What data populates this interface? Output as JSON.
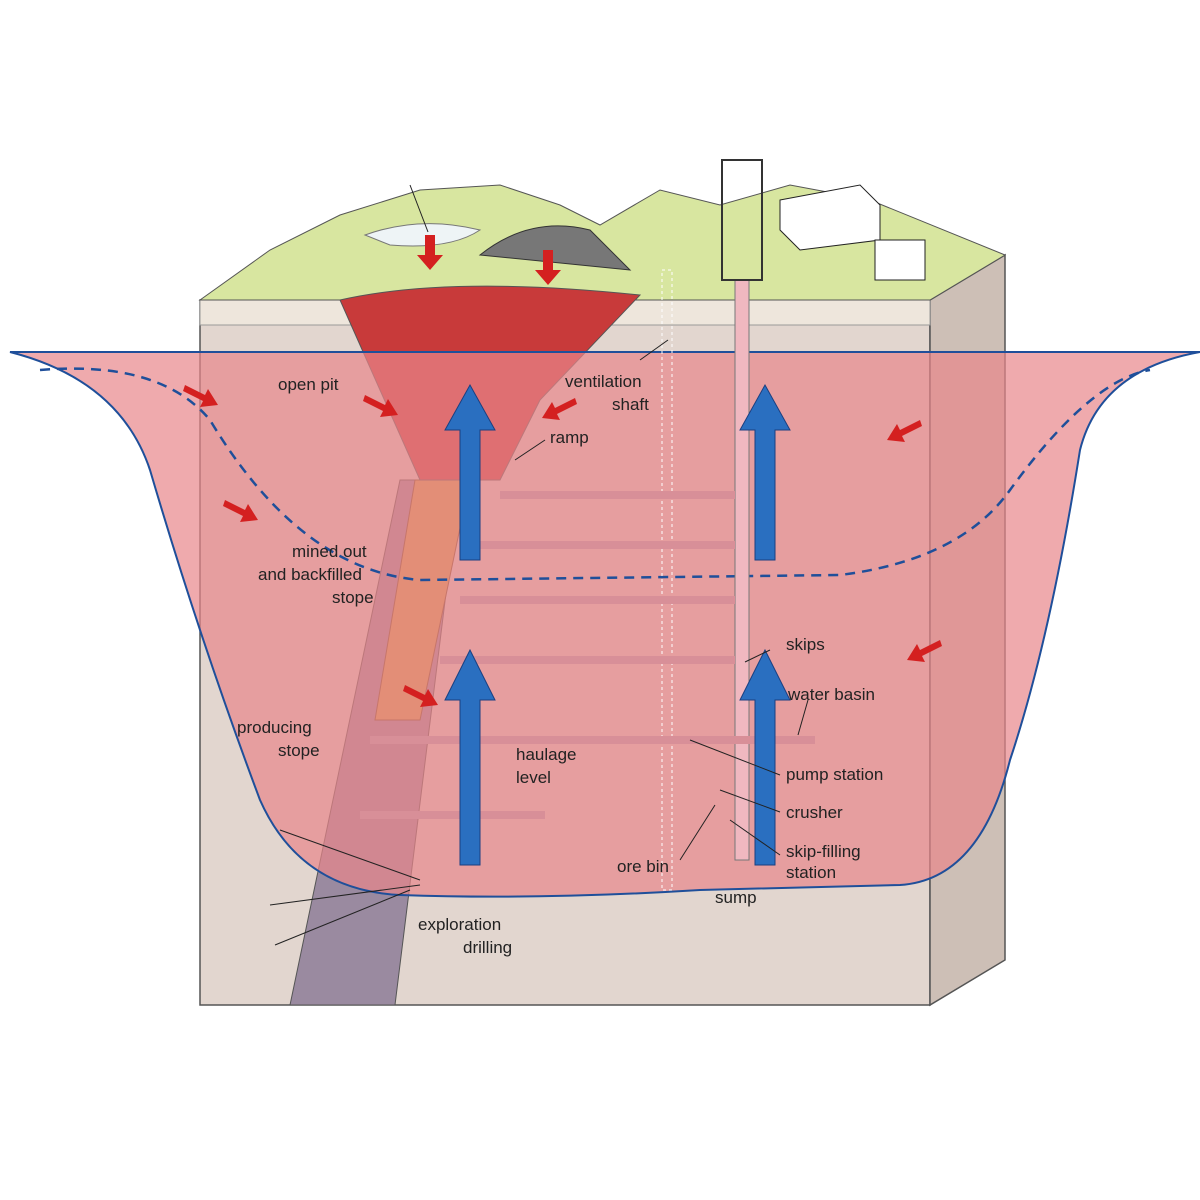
{
  "labels": {
    "open_pit": "open pit",
    "ventilation_1": "ventilation",
    "ventilation_2": "shaft",
    "ramp": "ramp",
    "mined_1": "mined out",
    "mined_2": "and backfilled",
    "mined_3": "stope",
    "producing_1": "producing",
    "producing_2": "stope",
    "haulage_1": "haulage",
    "haulage_2": "level",
    "skips": "skips",
    "water_basin": "water basin",
    "pump_station": "pump station",
    "crusher": "crusher",
    "skip_filling_1": "skip-filling",
    "skip_filling_2": "station",
    "ore_bin": "ore bin",
    "sump": "sump",
    "exploration_1": "exploration",
    "exploration_2": "drilling"
  },
  "colors": {
    "cone": "#e8868a",
    "water_table": "#1f4f9a",
    "arrow_up": "#2a6fc0",
    "arrow_in": "#d42020",
    "ground": "#e2d6cf",
    "terrain": "#d8e6a0"
  }
}
